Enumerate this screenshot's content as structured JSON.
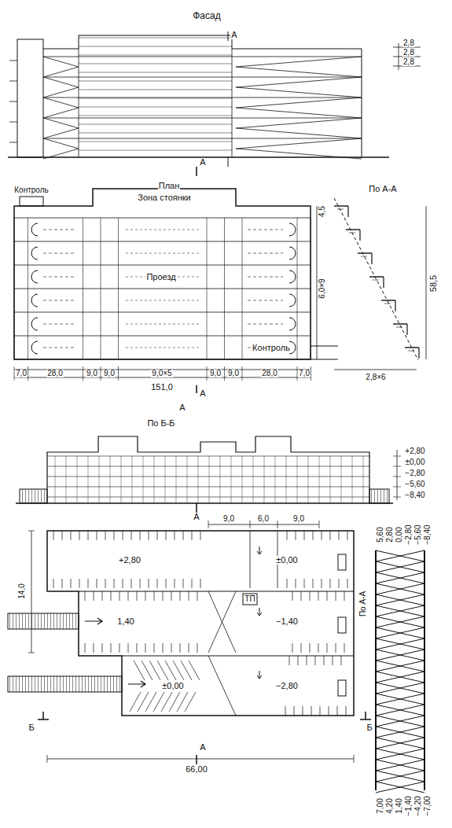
{
  "diagram": {
    "labels": [
      "Фасад",
      "А",
      "2,8",
      "2,8",
      "2,8",
      "А",
      "План",
      "По А-А",
      "Контроль",
      "Зона стоянки",
      "Проезд",
      "Контроль",
      "4,5",
      "6,0×9",
      "58,5",
      "7,0",
      "28,0",
      "9,0",
      "9,0",
      "9,0×5",
      "9,0",
      "9,0",
      "28,0",
      "7,0",
      "151,0",
      "2,8×6",
      "А",
      "А",
      "По Б-Б",
      "+2,80",
      "±0,00",
      "−2,80",
      "−5,60",
      "−8,40",
      "А",
      "9,0",
      "6,0",
      "9,0",
      "+2,80",
      "±0,00",
      "ТП",
      "1,40",
      "−1,40",
      "±0,00",
      "−2,80",
      "Б",
      "Б",
      "А",
      "66,00",
      "14,0",
      "По А-А",
      "5,60",
      "2,80",
      "0,00",
      "−2,80",
      "−5,60",
      "−8,40",
      "7,00",
      "4,20",
      "1,40",
      "−1,40",
      "−4,20",
      "−7,00"
    ]
  }
}
